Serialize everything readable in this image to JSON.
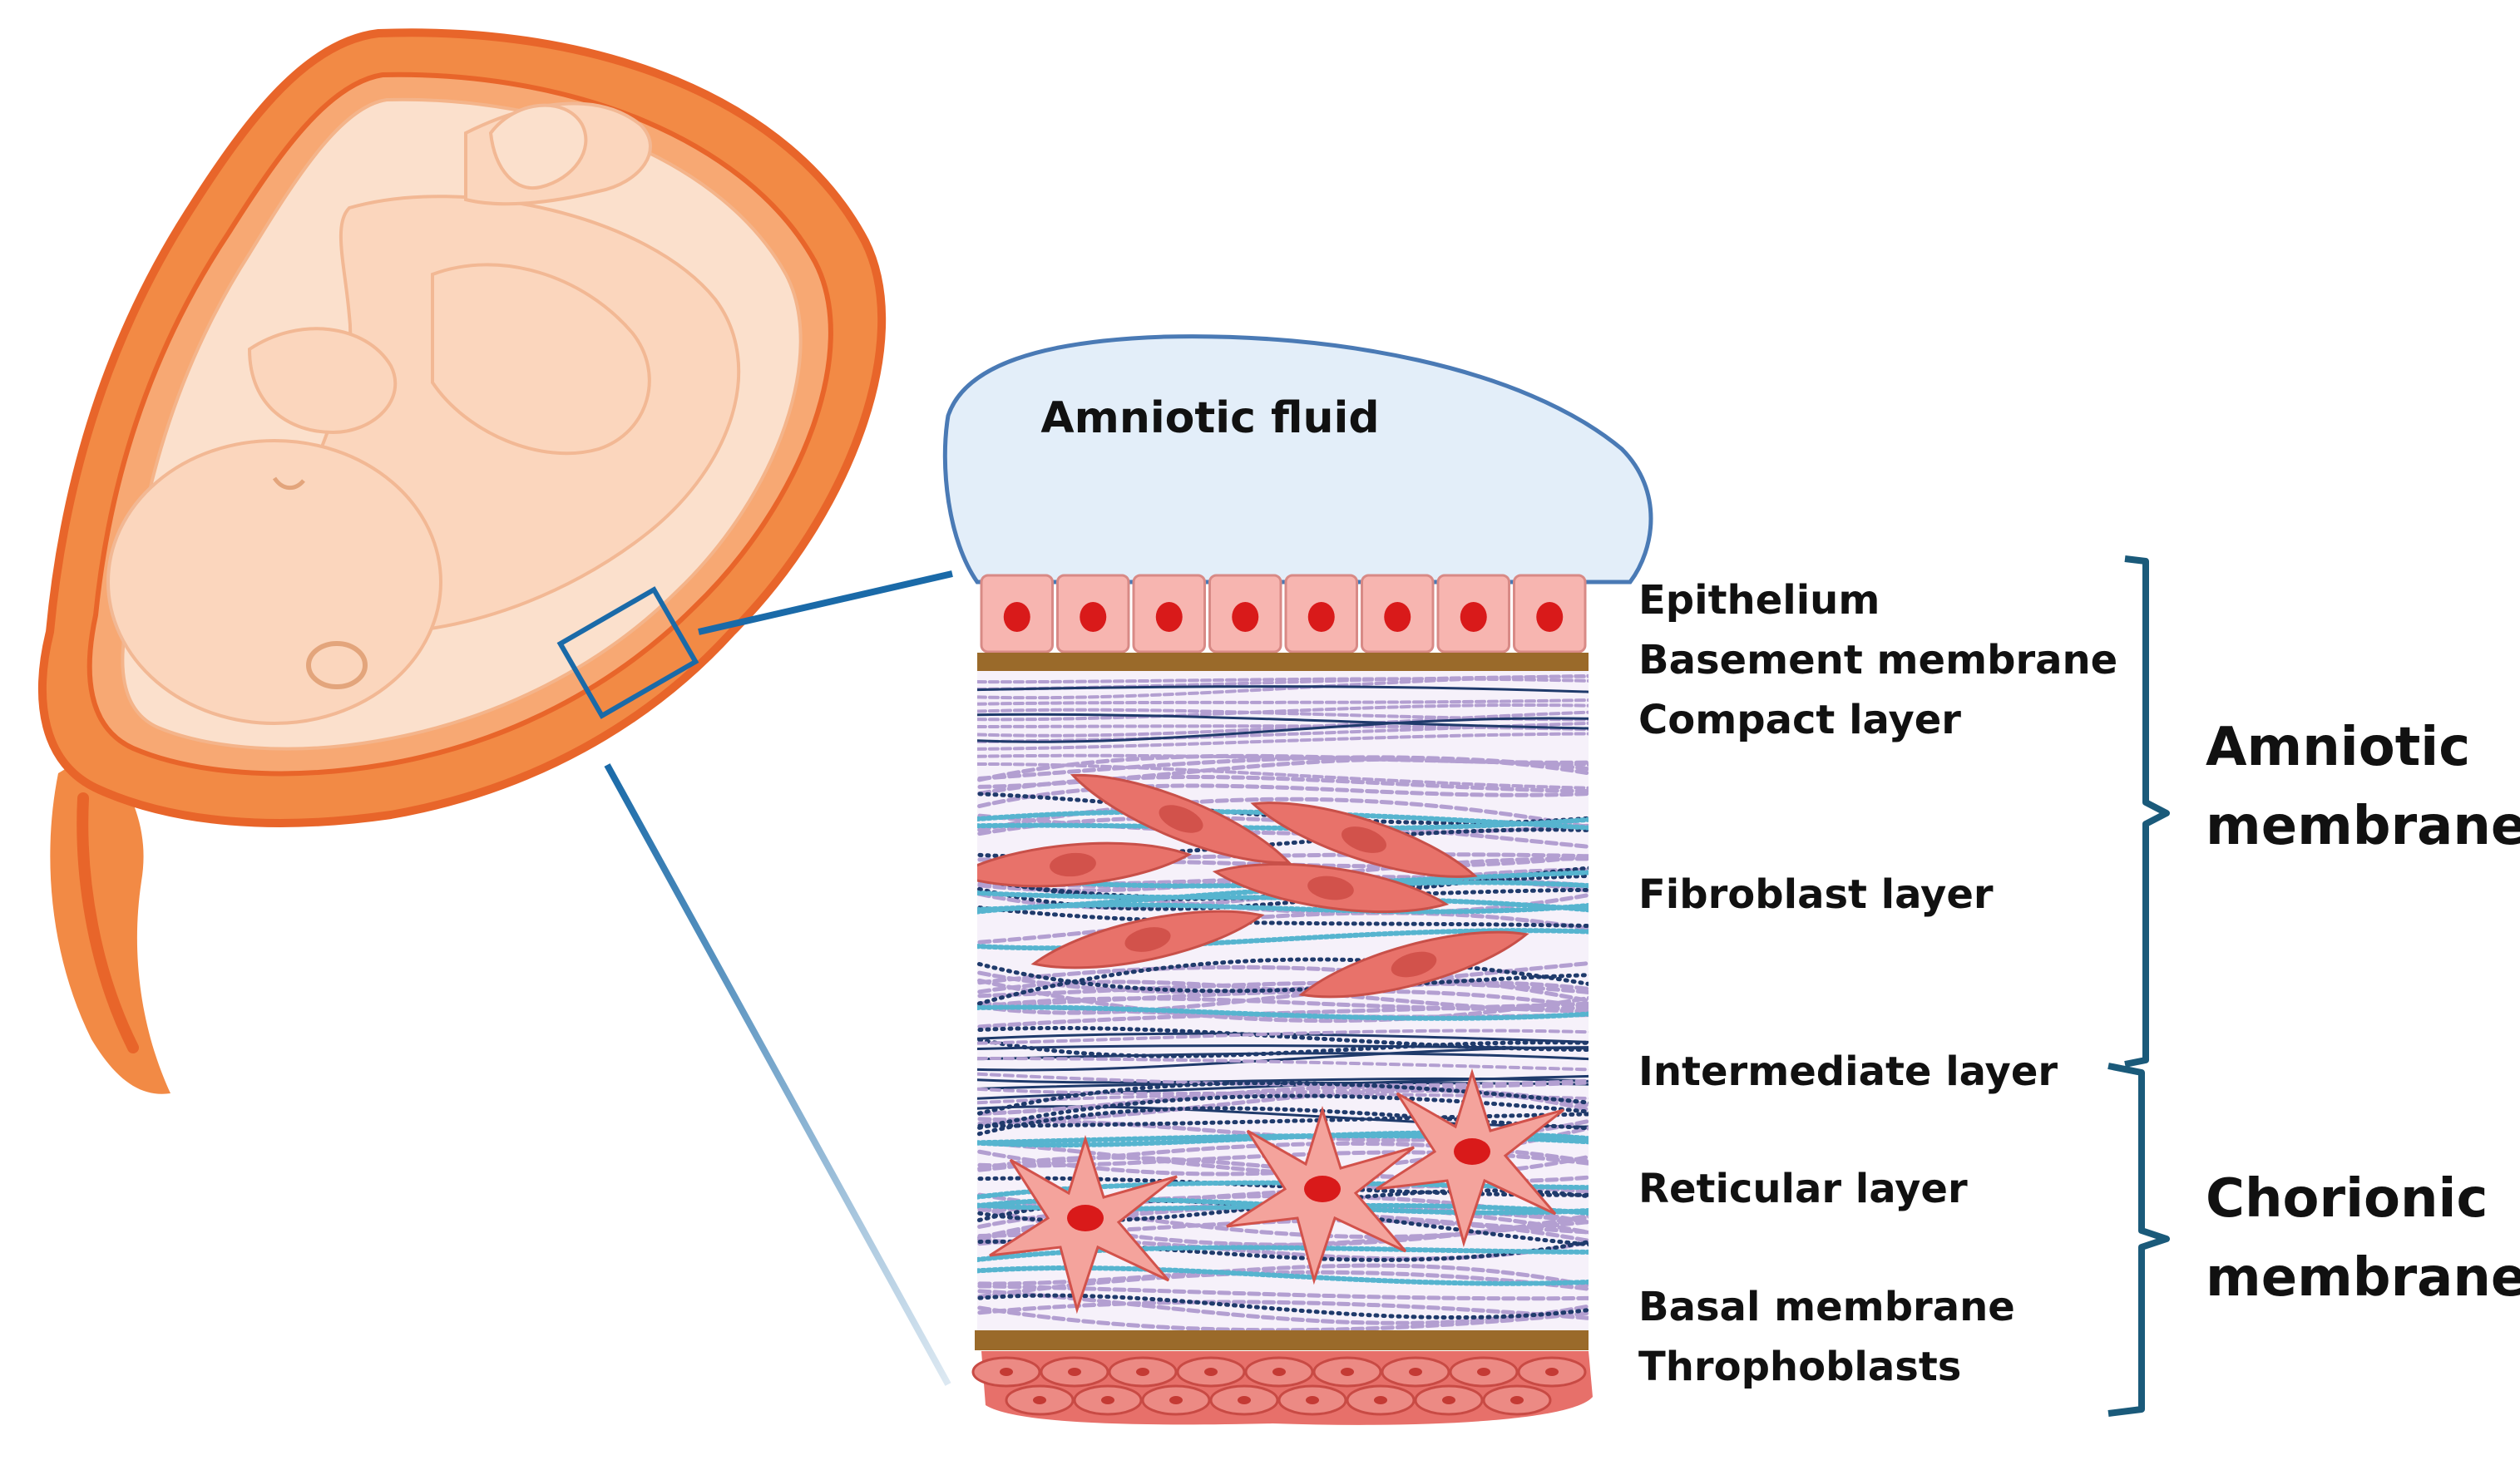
{
  "amniotic_fluid_label": "Amniotic fluid",
  "layers": {
    "epithelium": "Epithelium",
    "basement_membrane": "Basement membrane",
    "compact_layer": "Compact layer",
    "fibroblast_layer": "Fibroblast layer",
    "intermediate_layer": "Intermediate layer",
    "reticular_layer": "Reticular layer",
    "basal_membrane": "Basal membrane",
    "trophoblasts": "Throphoblasts"
  },
  "groups": {
    "amniotic": {
      "line1": "Amniotic",
      "line2": "membrane"
    },
    "chorionic": {
      "line1": "Chorionic",
      "line2": "membrane"
    }
  },
  "colors": {
    "uterus": "#f28a45",
    "uterus_dark": "#e8652a",
    "fetus": "#fbd6bd",
    "fluid": "#e3eef9",
    "outline_blue": "#1a6aa8",
    "bracket": "#1a5a7a",
    "cell_pink": "#f7b5b0",
    "nucleus_red": "#d91a1a",
    "membrane_brown": "#9a6a2a",
    "fibroblast": "#e8726a",
    "fiber_purple": "#b39fd1",
    "fiber_navy": "#1f3a6b",
    "fiber_cyan": "#56b4cf",
    "trophoblast": "#e7706a"
  }
}
